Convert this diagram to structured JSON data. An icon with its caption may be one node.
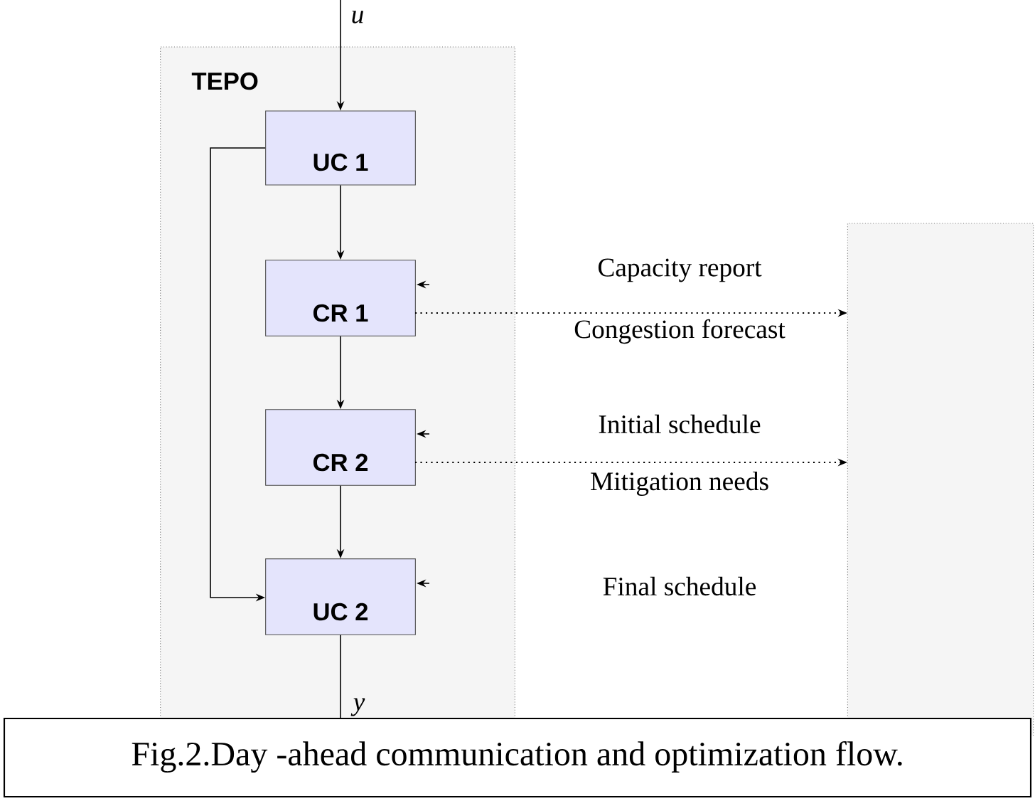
{
  "diagram": {
    "caption": "Fig.2.Day -ahead communication and optimization flow.",
    "nodes": [
      {
        "text": [
          "TEPO"
        ]
      },
      {
        "text": [
          "UC 1"
        ],
        "in": 0
      },
      {
        "text": [
          "CR 1"
        ],
        "in": 0
      },
      {
        "text": [
          "CR 2"
        ],
        "in": 0
      },
      {
        "text": [
          "UC 2"
        ],
        "in": 0
      },
      {
        "text": [],
        "shape": "box"
      }
    ],
    "edges": [
      {
        "from": null,
        "to": 1,
        "arrow": "to",
        "label": "u"
      },
      {
        "from": 1,
        "to": 2,
        "arrow": "to"
      },
      {
        "from": 2,
        "to": 3,
        "arrow": "to"
      },
      {
        "from": 3,
        "to": 4,
        "arrow": "to"
      },
      {
        "from": 1,
        "to": 4,
        "arrow": "to"
      },
      {
        "from": 4,
        "to": null,
        "arrow": "none",
        "label": "y"
      },
      {
        "from": 2,
        "to": 5,
        "arrow": "to",
        "style": "dashed"
      },
      {
        "from": 3,
        "to": 5,
        "arrow": "to",
        "style": "dashed"
      },
      {
        "from": null,
        "to": 2,
        "arrow": "to"
      },
      {
        "from": null,
        "to": 3,
        "arrow": "to"
      },
      {
        "from": null,
        "to": 4,
        "arrow": "to"
      }
    ],
    "labels": [
      "Capacity report",
      "Congestion forecast",
      "Initial schedule",
      "Mitigation needs",
      "Final schedule"
    ]
  }
}
